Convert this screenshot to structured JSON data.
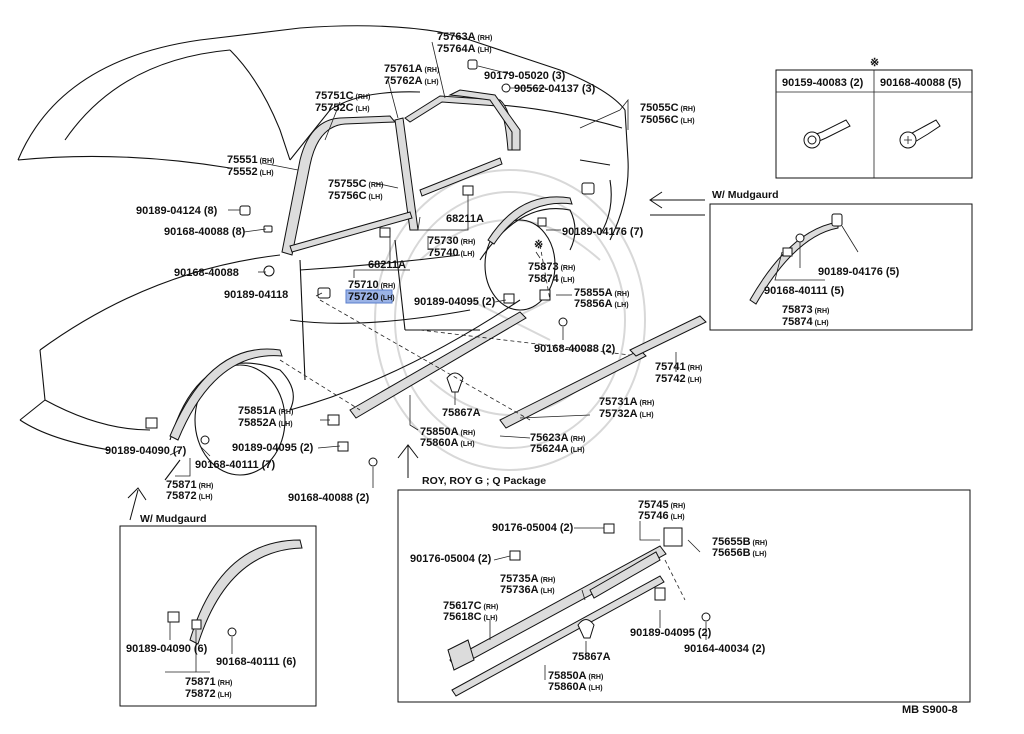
{
  "labels": {
    "p75763": "75763A",
    "p75764": "75764A",
    "p90179": "90179-05020 (3)",
    "p90562": "90562-04137 (3)",
    "p75761": "75761A",
    "p75762": "75762A",
    "p75751": "75751C",
    "p75752": "75752C",
    "p75055": "75055C",
    "p75056": "75056C",
    "p75551": "75551",
    "p75552": "75552",
    "p75755": "75755C",
    "p75756": "75756C",
    "p90189_04124": "90189-04124 (8)",
    "p90168_40088_8": "90168-40088 (8)",
    "p68211a": "68211A",
    "p68211b": "68211A",
    "p90189_04176_7": "90189-04176 (7)",
    "p75730": "75730",
    "p75740": "75740",
    "p90168_40088_single": "90168-40088",
    "p75873": "75873",
    "p75874": "75874",
    "p90189_04118": "90189-04118",
    "p75710": "75710",
    "p75720": "75720",
    "p90189_04095_2a": "90189-04095 (2)",
    "p75855": "75855A",
    "p75856": "75856A",
    "p90168_40088_2a": "90168-40088 (2)",
    "p75741": "75741",
    "p75742": "75742",
    "p75851": "75851A",
    "p75852": "75852A",
    "p75867a": "75867A",
    "p75731": "75731A",
    "p75732": "75732A",
    "p90189_04095_2b": "90189-04095 (2)",
    "p75850": "75850A",
    "p75860": "75860A",
    "p75623": "75623A",
    "p75624": "75624A",
    "p90189_04090_7": "90189-04090 (7)",
    "p90168_40111_7": "90168-40111 (7)",
    "p75871": "75871",
    "p75872": "75872",
    "p90168_40088_2b": "90168-40088 (2)",
    "rh": "(RH)",
    "lh": "(LH)",
    "star": "※"
  },
  "inset_screws": {
    "left": "90159-40083 (2)",
    "right": "90168-40088 (5)",
    "mark": "※"
  },
  "inset_mudguard_right": {
    "title": "W/ Mudgaurd",
    "p90189_04176": "90189-04176 (5)",
    "p90168_40111": "90168-40111 (5)",
    "p75873": "75873",
    "p75874": "75874"
  },
  "inset_mudguard_left": {
    "title": "W/ Mudgaurd",
    "p90189_04090": "90189-04090 (6)",
    "p90168_40111": "90168-40111 (6)",
    "p75871": "75871",
    "p75872": "75872"
  },
  "inset_package": {
    "title": "ROY, ROY G ; Q Package",
    "p90176_a": "90176-05004 (2)",
    "p90176_b": "90176-05004 (2)",
    "p75745": "75745",
    "p75746": "75746",
    "p75655": "75655B",
    "p75656": "75656B",
    "p75735": "75735A",
    "p75736": "75736A",
    "p75617": "75617C",
    "p75618": "75618C",
    "p90189_04095": "90189-04095 (2)",
    "p90164_40034": "90164-40034 (2)",
    "p75867": "75867A",
    "p75850": "75850A",
    "p75860": "75860A"
  },
  "footer": {
    "code": "MB  S900-8"
  }
}
